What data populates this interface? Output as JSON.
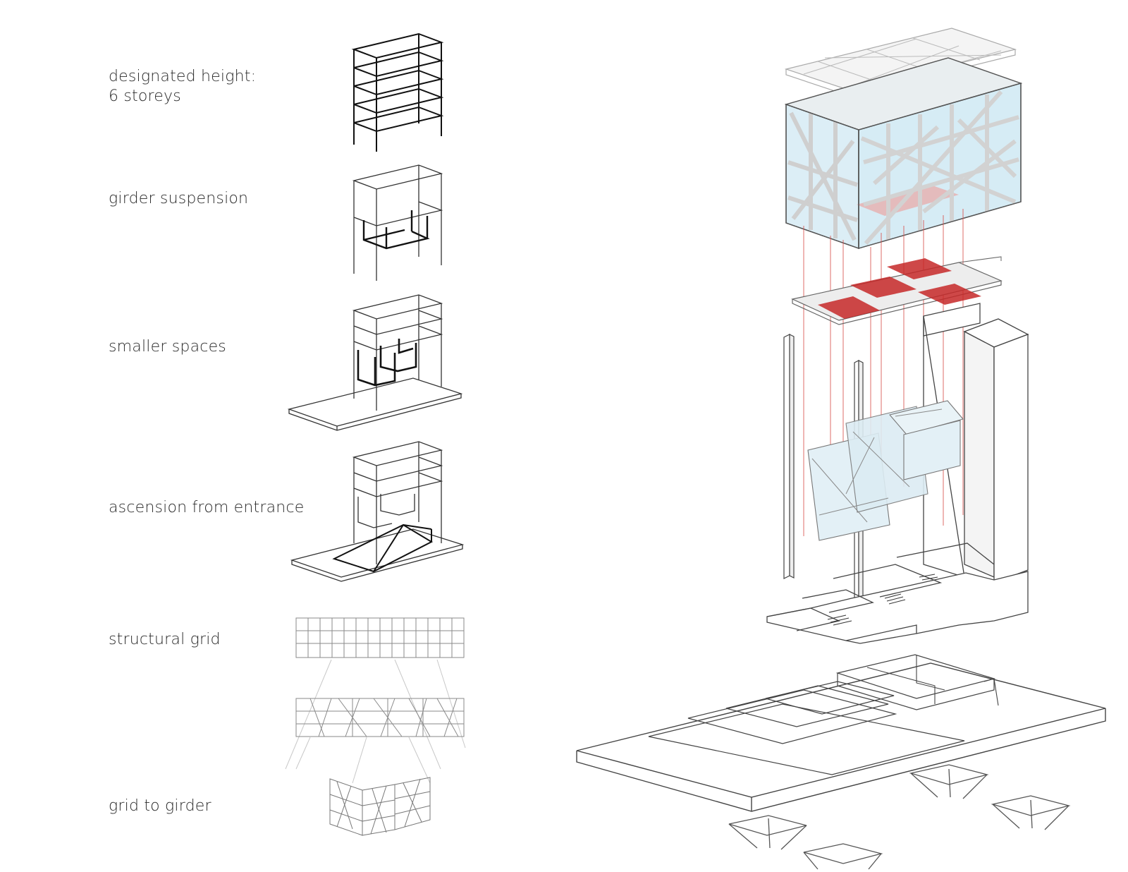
{
  "labels": {
    "designated_height": "designated height:\n6 storeys",
    "girder_suspension": "girder suspension",
    "smaller_spaces": "smaller spaces",
    "ascension": "ascension from entrance",
    "structural_grid": "structural grid",
    "grid_to_girder": "grid to girder"
  },
  "colors": {
    "accent_red": "#c62828",
    "glass_blue": "#d6ecf5",
    "line": "#333333"
  }
}
